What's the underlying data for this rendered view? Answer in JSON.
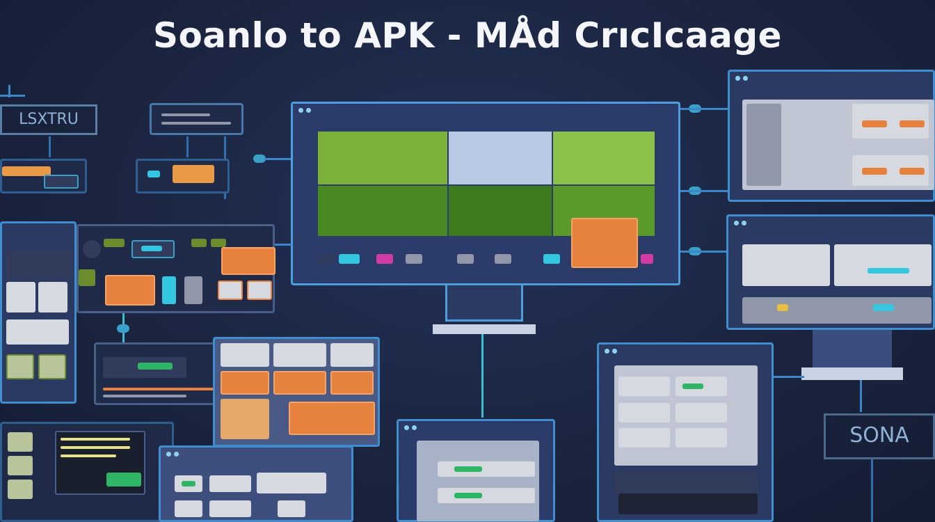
{
  "title": "Soanlo to APK - MÅd CrıcIcaage",
  "left_label": "LSXTRU",
  "right_label": "SONA",
  "icons": [
    "monitor-icon",
    "window-icon",
    "connector-icon",
    "slider-icon"
  ],
  "colors": {
    "background": "#1b2540",
    "panel_border": "#3f8fd0",
    "accent_orange": "#e7823e",
    "accent_cyan": "#34c7e2",
    "accent_green": "#2eb565",
    "accent_pink": "#d23ba4"
  }
}
